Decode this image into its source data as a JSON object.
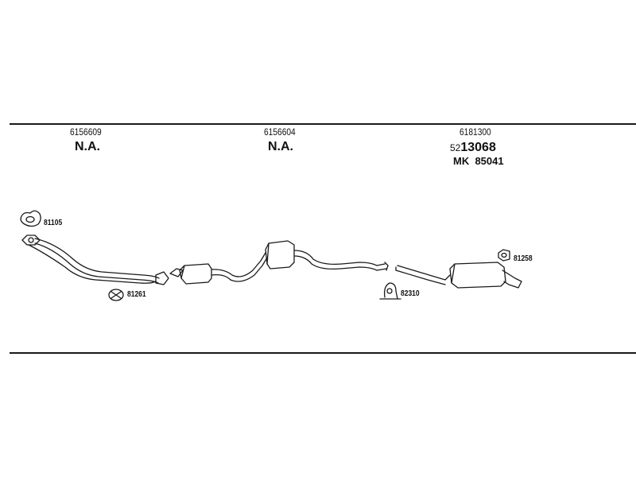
{
  "sections": [
    {
      "part_number": "6156609",
      "status": "N.A."
    },
    {
      "part_number": "6156604",
      "status": "N.A."
    },
    {
      "part_number": "6181300",
      "alt_prefix": "52",
      "alt_number": "13068",
      "mk_label": "MK",
      "mk_number": "85041"
    }
  ],
  "accessories": {
    "a1": "81105",
    "a2": "81261",
    "a3": "82310",
    "a4": "81258"
  }
}
